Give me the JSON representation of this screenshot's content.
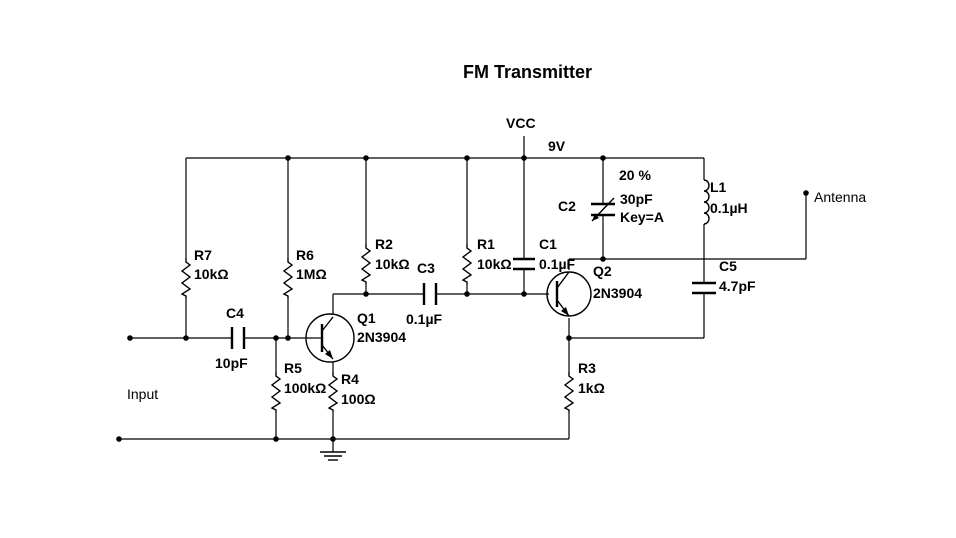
{
  "title": "FM  Transmitter",
  "supply": {
    "name": "VCC",
    "voltage": "9V"
  },
  "ports": {
    "input": "Input",
    "antenna": "Antenna"
  },
  "components": {
    "r7": {
      "ref": "R7",
      "value": "10kΩ"
    },
    "r6": {
      "ref": "R6",
      "value": "1MΩ"
    },
    "r2": {
      "ref": "R2",
      "value": "10kΩ"
    },
    "r1": {
      "ref": "R1",
      "value": "10kΩ"
    },
    "r5": {
      "ref": "R5",
      "value": "100kΩ"
    },
    "r4": {
      "ref": "R4",
      "value": "100Ω"
    },
    "r3": {
      "ref": "R3",
      "value": "1kΩ"
    },
    "c1": {
      "ref": "C1",
      "value": "0.1µF"
    },
    "c2": {
      "ref": "C2",
      "value": "30pF",
      "key": "Key=A",
      "percent": "20 %"
    },
    "c3": {
      "ref": "C3",
      "value": "0.1µF"
    },
    "c4": {
      "ref": "C4",
      "value": "10pF"
    },
    "c5": {
      "ref": "C5",
      "value": "4.7pF"
    },
    "l1": {
      "ref": "L1",
      "value": "0.1µH"
    },
    "q1": {
      "ref": "Q1",
      "value": "2N3904"
    },
    "q2": {
      "ref": "Q2",
      "value": "2N3904"
    }
  }
}
